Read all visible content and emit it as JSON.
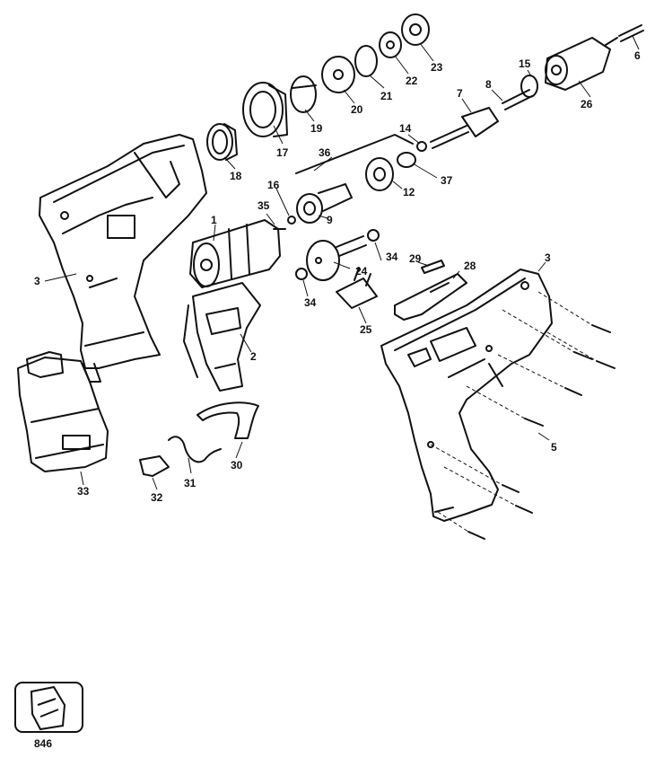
{
  "diagram": {
    "part_labels": {
      "p1": "1",
      "p2": "2",
      "p3_left": "3",
      "p3_right": "3",
      "p5": "5",
      "p6": "6",
      "p7": "7",
      "p8": "8",
      "p9": "9",
      "p12": "12",
      "p14": "14",
      "p15": "15",
      "p16": "16",
      "p17": "17",
      "p18": "18",
      "p19": "19",
      "p20": "20",
      "p21": "21",
      "p22": "22",
      "p23": "23",
      "p24": "24",
      "p25": "25",
      "p26": "26",
      "p28": "28",
      "p29": "29",
      "p30": "30",
      "p31": "31",
      "p32": "32",
      "p33": "33",
      "p34_upper": "34",
      "p34_lower": "34",
      "p35": "35",
      "p36": "36",
      "p37": "37",
      "p846": "846"
    }
  }
}
